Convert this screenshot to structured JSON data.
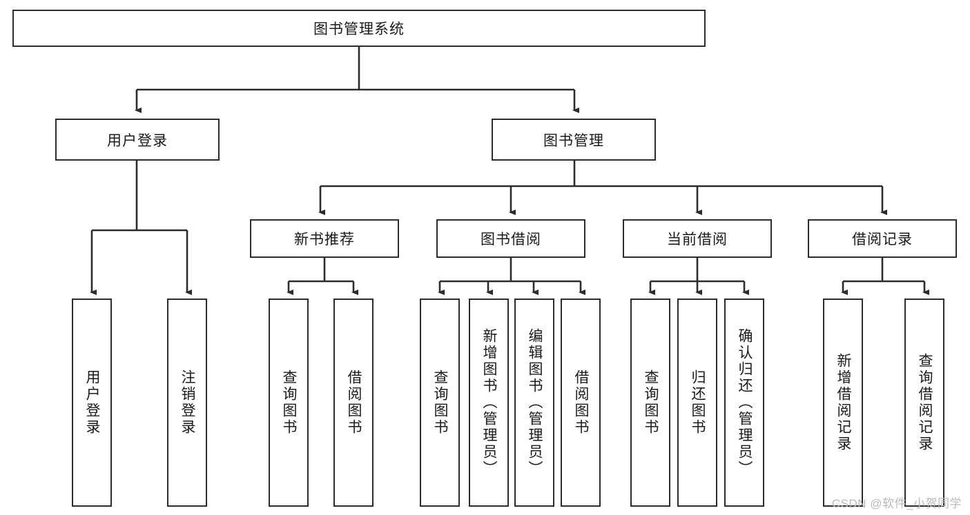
{
  "diagram": {
    "type": "tree",
    "title": "图书管理系统",
    "watermark": "CSDN @软件_小贺同学",
    "colors": {
      "border": "#2b2b2b",
      "background": "#ffffff",
      "text": "#1a1a1a",
      "connector": "#2b2b2b",
      "watermark": "#b9b9b9"
    },
    "nodes": {
      "root": "图书管理系统",
      "level2": {
        "user_login": "用户登录",
        "book_manage": "图书管理"
      },
      "level3": {
        "new_book_recommend": "新书推荐",
        "book_borrow": "图书借阅",
        "current_borrow": "当前借阅",
        "borrow_record": "借阅记录"
      },
      "leaves": {
        "user_login_children": [
          "用户登录",
          "注销登录"
        ],
        "new_book_recommend_children": [
          "查询图书",
          "借阅图书"
        ],
        "book_borrow_children": [
          "查询图书",
          "新增图书（管理员）",
          "编辑图书（管理员）",
          "借阅图书"
        ],
        "current_borrow_children": [
          "查询图书",
          "归还图书",
          "确认归还（管理员）"
        ],
        "borrow_record_children": [
          "新增借阅记录",
          "查询借阅记录"
        ]
      }
    }
  }
}
